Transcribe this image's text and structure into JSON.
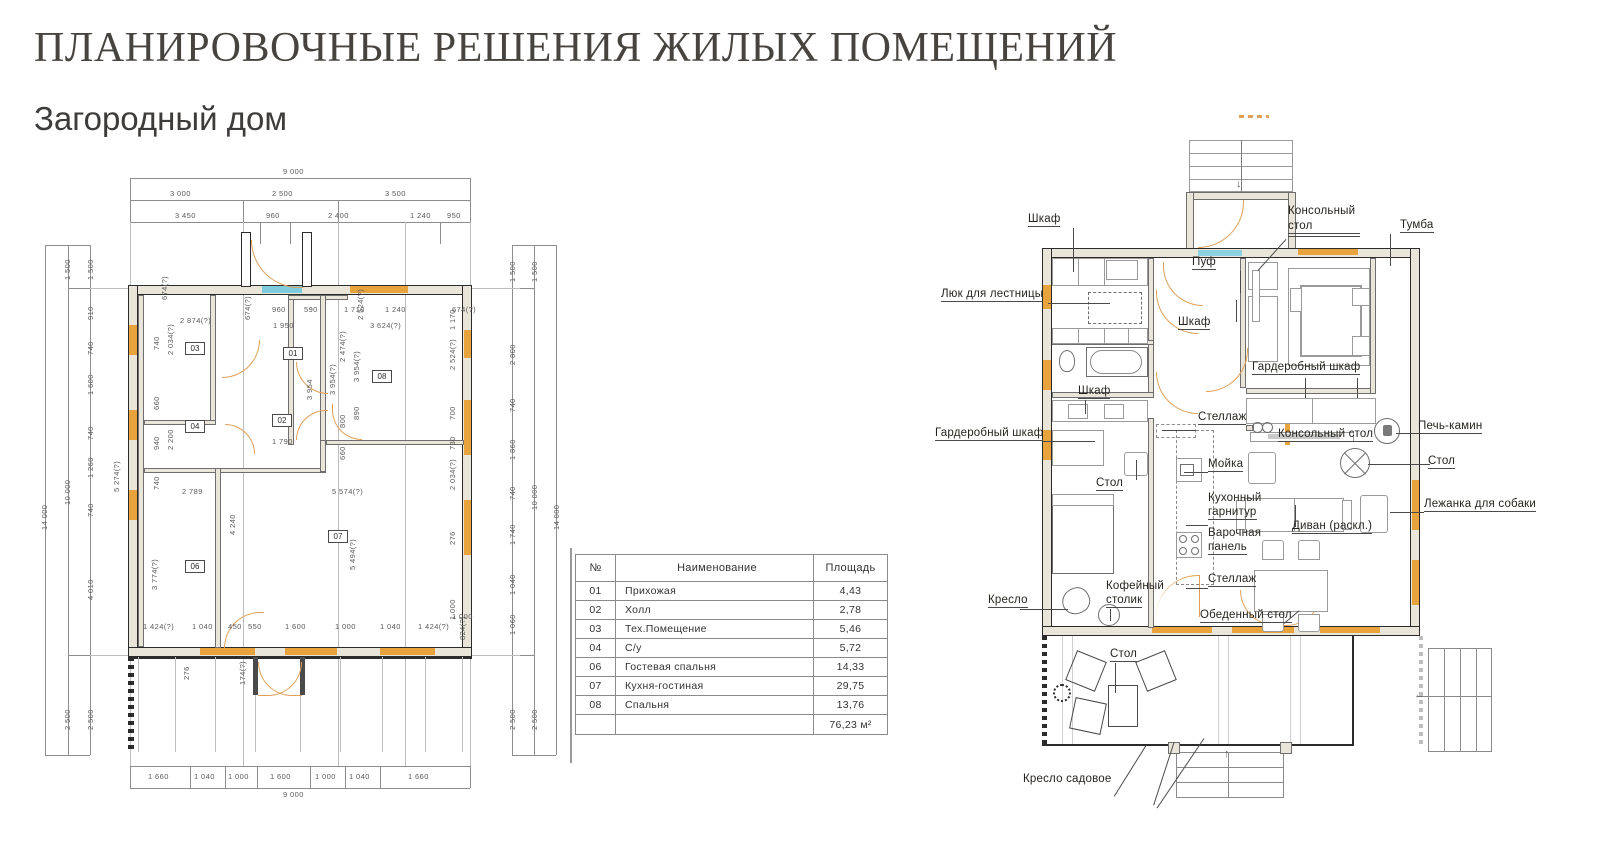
{
  "header": {
    "title": "ПЛАНИРОВОЧНЫЕ РЕШЕНИЯ ЖИЛЫХ ПОМЕЩЕНИЙ",
    "subtitle": "Загородный дом"
  },
  "room_table": {
    "columns": [
      "№",
      "Наименование",
      "Площадь"
    ],
    "rows": [
      {
        "num": "01",
        "name": "Прихожая",
        "area": "4,43"
      },
      {
        "num": "02",
        "name": "Холл",
        "area": "2,78"
      },
      {
        "num": "03",
        "name": "Тех.Помещение",
        "area": "5,46"
      },
      {
        "num": "04",
        "name": "С/у",
        "area": "5,72"
      },
      {
        "num": "06",
        "name": "Гостевая спальня",
        "area": "14,33"
      },
      {
        "num": "07",
        "name": "Кухня-гостиная",
        "area": "29,75"
      },
      {
        "num": "08",
        "name": "Спальня",
        "area": "13,76"
      }
    ],
    "total": "76,23 м²"
  },
  "plan_left": {
    "room_tags": [
      "01",
      "02",
      "03",
      "04",
      "06",
      "07",
      "08"
    ],
    "dims_top_overall": "9 000",
    "dims_top_row1": [
      "3 000",
      "2 500",
      "3 500"
    ],
    "dims_top_row2": [
      "3 450",
      "960",
      "2 400",
      "1 240",
      "950"
    ],
    "dims_bottom_overall": "9 000",
    "dims_bottom_row": [
      "1 660",
      "1 040",
      "1 000",
      "1 600",
      "1 000",
      "1 040",
      "1 660"
    ],
    "dims_left_overall": [
      "14 000",
      "10 000"
    ],
    "dims_left_chain": [
      "1 500",
      "910",
      "740",
      "1 600",
      "740",
      "1 260",
      "740",
      "4 010",
      "2 500"
    ],
    "dims_left_outer": [
      "1 500",
      "2 500"
    ],
    "dims_right_overall": [
      "10 000",
      "14 000"
    ],
    "dims_right_chain": [
      "1 500",
      "2 800",
      "740",
      "1 860",
      "740",
      "1 740",
      "1 040",
      "1 060",
      "2 500"
    ],
    "dims_right_outer": [
      "1 500",
      "2 500"
    ],
    "dims_interior": [
      "674(?)",
      "2 874(?)",
      "2 034(?)",
      "740",
      "660",
      "940",
      "740",
      "2 200",
      "960",
      "590",
      "1 950",
      "1 710",
      "1 240",
      "674(?)",
      "3 624(?)",
      "2 474(?)",
      "2 524(?)",
      "3 954",
      "3 954(?)",
      "800",
      "660",
      "890",
      "800",
      "1 790",
      "730",
      "700",
      "680",
      "2 789",
      "5 574(?)",
      "5 494(?)",
      "4 240",
      "5 274(?)",
      "3 774(?)",
      "1 424(?)",
      "1 040",
      "450",
      "550",
      "1 600",
      "1 000",
      "1 040",
      "1 424(?)",
      "1 000",
      "824(?)",
      "174(?)",
      "276",
      "1 170"
    ]
  },
  "plan_right": {
    "labels": [
      "Шкаф",
      "Люк для лестницы",
      "Пуф",
      "Консольный\nстол",
      "Тумба",
      "Шкаф",
      "Гардеробный шкаф",
      "Шкаф",
      "Гардеробный шкаф",
      "Стеллаж",
      "Консольный стол",
      "Печь-камин",
      "Стол",
      "Мойка",
      "Стол",
      "Кухонный\nгарнитур",
      "Лежанка для собаки",
      "Диван (раскл.)",
      "Варочная\nпанель",
      "Стеллаж",
      "Кофейный\nстолик",
      "Кресло",
      "Обеденный стол",
      "Стол",
      "Кресло садовое"
    ],
    "label_shkaf_1": "Шкаф",
    "label_luk": "Люк для лестницы",
    "label_puf": "Пуф",
    "label_konsol_stol_1": "Консольный",
    "label_konsol_stol_1b": "стол",
    "label_tumba": "Тумба",
    "label_shkaf_2": "Шкаф",
    "label_garderob_1": "Гардеробный шкаф",
    "label_shkaf_3": "Шкаф",
    "label_garderob_2": "Гардеробный шкаф",
    "label_stellazh_1": "Стеллаж",
    "label_konsol_stol_2": "Консольный стол",
    "label_pech": "Печь-камин",
    "label_stol_right": "Стол",
    "label_moyka": "Мойка",
    "label_stol_left": "Стол",
    "label_kuhgarn_1": "Кухонный",
    "label_kuhgarn_2": "гарнитур",
    "label_lezhanka": "Лежанка для собаки",
    "label_divan": "Диван (раскл.)",
    "label_varochnaya_1": "Варочная",
    "label_varochnaya_2": "панель",
    "label_stellazh_2": "Стеллаж",
    "label_kofe_1": "Кофейный",
    "label_kofe_2": "столик",
    "label_kreslo": "Кресло",
    "label_obed_stol": "Обеденный стол",
    "label_stol_terrace": "Стол",
    "label_stellazh_3": "Стеллаж",
    "label_kreslo_sad": "Кресло садовое"
  },
  "colors": {
    "title": "#474440",
    "wall_fill": "#e9e5d9",
    "wall_stroke": "#2b2b2b",
    "door_swing": "#e0a057",
    "accent_orange": "#e8a33d",
    "window_blue": "#6fc5d8",
    "dim_text": "#5a5a5a"
  }
}
